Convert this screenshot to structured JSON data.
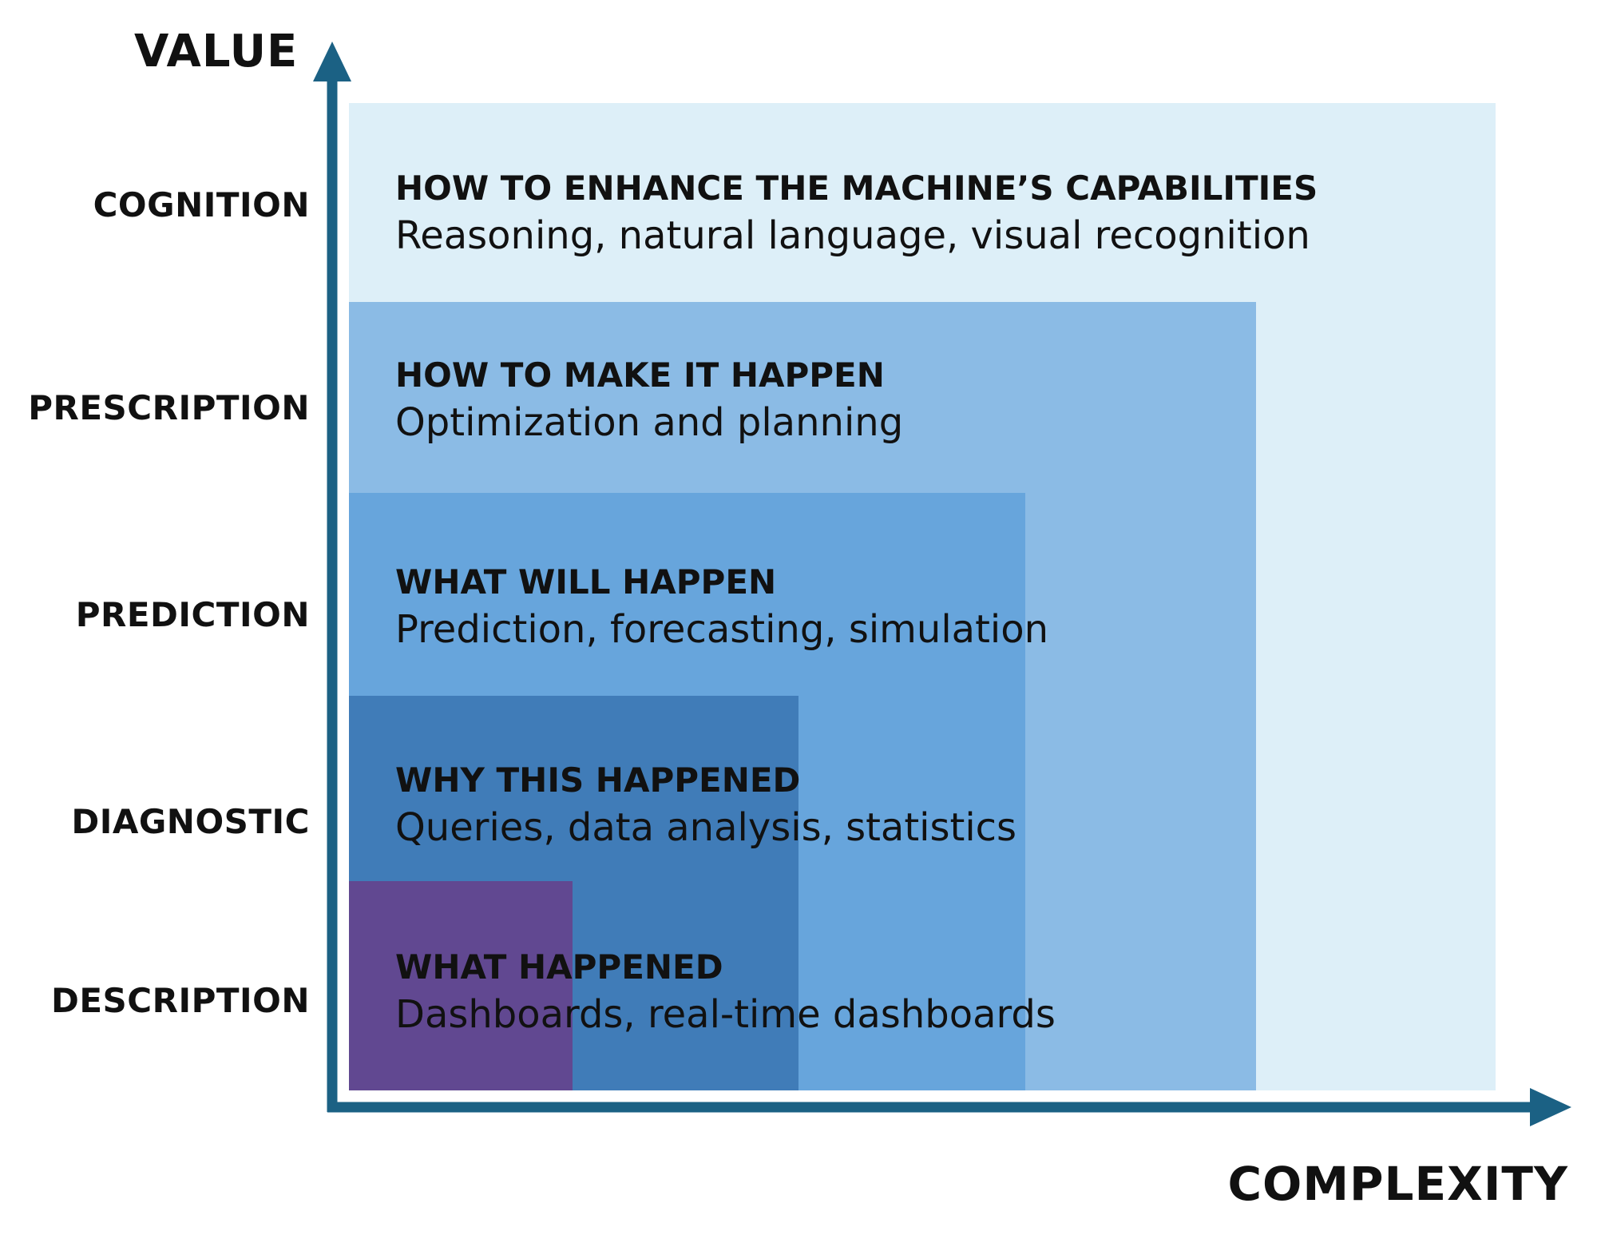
{
  "axes": {
    "y_title": "VALUE",
    "x_title": "COMPLEXITY",
    "color": "#1b6184"
  },
  "levels": [
    {
      "label": "COGNITION",
      "heading": "HOW TO ENHANCE THE MACHINE’S CAPABILITIES",
      "description": "Reasoning, natural language, visual recognition",
      "color": "#ddeff8"
    },
    {
      "label": "PRESCRIPTION",
      "heading": "HOW TO MAKE IT HAPPEN",
      "description": "Optimization and planning",
      "color": "#8bbbe5"
    },
    {
      "label": "PREDICTION",
      "heading": "WHAT WILL HAPPEN",
      "description": "Prediction, forecasting, simulation",
      "color": "#67a5dc"
    },
    {
      "label": "DIAGNOSTIC",
      "heading": "WHY THIS HAPPENED",
      "description": "Queries, data analysis, statistics",
      "color": "#407cb8"
    },
    {
      "label": "DESCRIPTION",
      "heading": "WHAT HAPPENED",
      "description": "Dashboards, real-time dashboards",
      "color": "#614891"
    }
  ]
}
